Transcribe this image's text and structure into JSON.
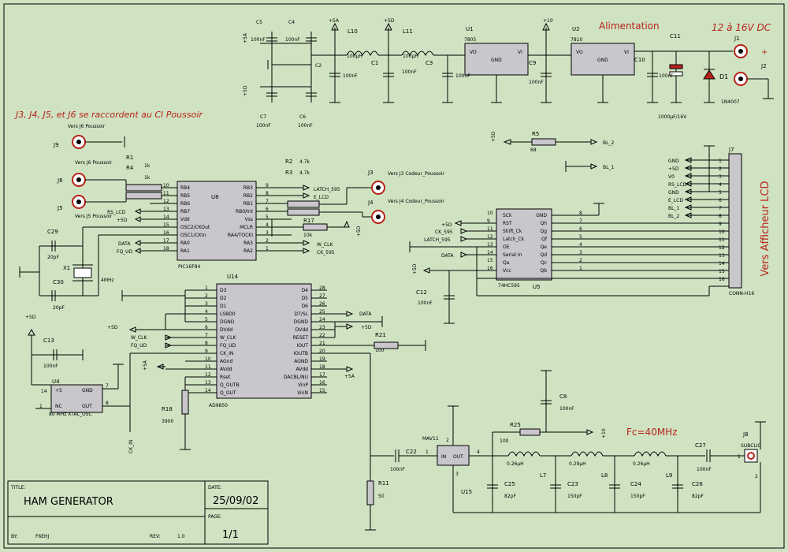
{
  "annotations": {
    "alimentation": "Alimentation",
    "supply": "12 à 16V DC",
    "plus_sign": "+",
    "note": "J3, J4, J5, et J6 se raccordent au CI Poussoir",
    "lcd": "Vers Afficheur LCD",
    "fc": "Fc=40MHz"
  },
  "title_block": {
    "title_label": "TITLE:",
    "title": "HAM GENERATOR",
    "date_label": "DATE:",
    "date": "25/09/02",
    "page_label": "PAGE:",
    "page": "1/1",
    "by_label": "BY:",
    "by": "F6EHJ",
    "rev_label": "REV:",
    "rev": "1.0"
  },
  "power": {
    "labels": [
      {
        "id": "C5",
        "text": "C5"
      },
      {
        "id": "C4",
        "text": "C4"
      },
      {
        "id": "C2",
        "text": "C2"
      },
      {
        "id": "C7",
        "text": "C7"
      },
      {
        "id": "C6",
        "text": "C6"
      },
      {
        "id": "C5v",
        "text": "100nF"
      },
      {
        "id": "C4v",
        "text": "100nF"
      },
      {
        "id": "C2v",
        "text": "100nF"
      },
      {
        "id": "C7v",
        "text": "100nF"
      },
      {
        "id": "C6v",
        "text": "100nF"
      },
      {
        "id": "L10",
        "text": "L10"
      },
      {
        "id": "L10v",
        "text": "100µH"
      },
      {
        "id": "L11",
        "text": "L11"
      },
      {
        "id": "L11v",
        "text": "100µH"
      },
      {
        "id": "C1",
        "text": "C1"
      },
      {
        "id": "C1v",
        "text": "100nF"
      },
      {
        "id": "C3",
        "text": "C3"
      },
      {
        "id": "C3v",
        "text": "100nF"
      },
      {
        "id": "C9",
        "text": "C9"
      },
      {
        "id": "C9v",
        "text": "100nF"
      },
      {
        "id": "C10",
        "text": "C10"
      },
      {
        "id": "C10v",
        "text": "100nF"
      },
      {
        "id": "C11",
        "text": "C11"
      },
      {
        "id": "C11v",
        "text": "1000µF/16V"
      },
      {
        "id": "D1",
        "text": "D1"
      },
      {
        "id": "D1v",
        "text": "1N4007"
      },
      {
        "id": "J1",
        "text": "J1"
      },
      {
        "id": "J2",
        "text": "J2"
      },
      {
        "id": "U1",
        "text": "U1"
      },
      {
        "id": "U1p",
        "text": "7805"
      },
      {
        "id": "U2",
        "text": "U2"
      },
      {
        "id": "U2p",
        "text": "7810"
      },
      {
        "id": "p5A",
        "text": "+5A"
      },
      {
        "id": "p5D",
        "text": "+5D"
      },
      {
        "id": "p10",
        "text": "+10"
      },
      {
        "id": "p5A2",
        "text": "+5A"
      },
      {
        "id": "p5D2",
        "text": "+5D"
      }
    ],
    "u1": {
      "vo": "VO",
      "gnd": "GND",
      "vi": "VI"
    },
    "u2": {
      "vo": "VO",
      "gnd": "GND",
      "vi": "VI"
    }
  },
  "u8": {
    "ref": "U8",
    "part": "PIC16F84",
    "left_pins": [
      {
        "num": "10",
        "name": "RB4"
      },
      {
        "num": "11",
        "name": "RB5"
      },
      {
        "num": "12",
        "name": "RB6"
      },
      {
        "num": "13",
        "name": "RB7"
      },
      {
        "num": "14",
        "name": "Vdd"
      },
      {
        "num": "15",
        "name": "OSC2/CKOut"
      },
      {
        "num": "16",
        "name": "OSC1/CKIn"
      },
      {
        "num": "17",
        "name": "RA0"
      },
      {
        "num": "18",
        "name": "RA1"
      }
    ],
    "right_pins": [
      {
        "num": "9",
        "name": "RB3"
      },
      {
        "num": "8",
        "name": "RB2"
      },
      {
        "num": "7",
        "name": "RB1"
      },
      {
        "num": "6",
        "name": "RB0/Int"
      },
      {
        "num": "5",
        "name": "Vss"
      },
      {
        "num": "4",
        "name": "MCLR"
      },
      {
        "num": "3",
        "name": "RA4/TOCKI"
      },
      {
        "num": "2",
        "name": "RA3"
      },
      {
        "num": "1",
        "name": "RA2"
      }
    ]
  },
  "u14": {
    "ref": "U14",
    "part": "AD9850",
    "left_pins": [
      {
        "num": "1",
        "name": "D3"
      },
      {
        "num": "2",
        "name": "D2"
      },
      {
        "num": "3",
        "name": "D1"
      },
      {
        "num": "4",
        "name": "LSBD0"
      },
      {
        "num": "5",
        "name": "DGND"
      },
      {
        "num": "6",
        "name": "DVdd"
      },
      {
        "num": "7",
        "name": "W_CLK"
      },
      {
        "num": "8",
        "name": "FQ_UD"
      },
      {
        "num": "9",
        "name": "CK_IN"
      },
      {
        "num": "10",
        "name": "AGnd"
      },
      {
        "num": "11",
        "name": "AVdd"
      },
      {
        "num": "12",
        "name": "Rset"
      },
      {
        "num": "13",
        "name": "Q_OUTB"
      },
      {
        "num": "14",
        "name": "Q_OUT"
      }
    ],
    "right_pins": [
      {
        "num": "28",
        "name": "D4"
      },
      {
        "num": "27",
        "name": "D5"
      },
      {
        "num": "26",
        "name": "D6"
      },
      {
        "num": "25",
        "name": "D7/SL"
      },
      {
        "num": "24",
        "name": "DGND"
      },
      {
        "num": "23",
        "name": "DVdd"
      },
      {
        "num": "22",
        "name": "RESET"
      },
      {
        "num": "21",
        "name": "IOUT"
      },
      {
        "num": "20",
        "name": "IOUTB"
      },
      {
        "num": "19",
        "name": "AGND"
      },
      {
        "num": "18",
        "name": "AVdd"
      },
      {
        "num": "17",
        "name": "DACBL/NU"
      },
      {
        "num": "16",
        "name": "VinP"
      },
      {
        "num": "15",
        "name": "VinN"
      }
    ]
  },
  "u5": {
    "ref": "U5",
    "part": "74HC595",
    "left_pins": [
      {
        "num": "10",
        "name": "SCk"
      },
      {
        "num": "9",
        "name": "RST"
      },
      {
        "num": "11",
        "name": "Shift_Ck"
      },
      {
        "num": "12",
        "name": "Latch_Ck"
      },
      {
        "num": "13",
        "name": "OE"
      },
      {
        "num": "14",
        "name": "Serial In"
      },
      {
        "num": "15",
        "name": "Qa"
      },
      {
        "num": "16",
        "name": "Vcc"
      }
    ],
    "right_pins": [
      {
        "num": "8",
        "name": "GND"
      },
      {
        "num": "7",
        "name": "Qh"
      },
      {
        "num": "6",
        "name": "Qg"
      },
      {
        "num": "5",
        "name": "Qf"
      },
      {
        "num": "4",
        "name": "Qe"
      },
      {
        "num": "3",
        "name": "Qd"
      },
      {
        "num": "2",
        "name": "Qc"
      },
      {
        "num": "1",
        "name": "Qb"
      }
    ]
  },
  "u4": {
    "ref": "U4",
    "part": "80 MHz XTAL_OSC",
    "pins": [
      {
        "num": "14",
        "name": "+5"
      },
      {
        "num": "7",
        "name": "GND"
      },
      {
        "num": "1",
        "name": "NC"
      },
      {
        "num": "8",
        "name": "OUT"
      }
    ]
  },
  "u15": {
    "ref": "U15",
    "part": "MAV11",
    "pin_in": "IN",
    "pin_out": "OUT",
    "n1": "1",
    "n2": "2",
    "n3": "3",
    "n4": "4"
  },
  "j7": {
    "ref": "J7",
    "part": "CONN-H16",
    "signals": [
      "GND",
      "+5D",
      "V0",
      "RS_LCD",
      "GND",
      "E_LCD",
      "BL_1",
      "BL_2"
    ],
    "pins": [
      "1",
      "2",
      "3",
      "4",
      "5",
      "6",
      "7",
      "8",
      "9",
      "10",
      "11",
      "12",
      "13",
      "14",
      "15",
      "16"
    ]
  },
  "nets": [
    {
      "id": "latch595",
      "text": "LATCH_595"
    },
    {
      "id": "elcd",
      "text": "E_LCD"
    },
    {
      "id": "rslcd",
      "text": "RS_LCD"
    },
    {
      "id": "p5d_u8",
      "text": "+5D"
    },
    {
      "id": "data_u8",
      "text": "DATA"
    },
    {
      "id": "fqud_u8",
      "text": "FQ_UD"
    },
    {
      "id": "wclk_u8",
      "text": "W_CLK"
    },
    {
      "id": "ck595_u8",
      "text": "CK_595"
    },
    {
      "id": "p5d_u5",
      "text": "+5D"
    },
    {
      "id": "ck595_u5",
      "text": "CK_595"
    },
    {
      "id": "latch595_u5",
      "text": "LATCH_595"
    },
    {
      "id": "data_u5",
      "text": "DATA"
    },
    {
      "id": "p5d_c12",
      "text": "+5D"
    },
    {
      "id": "bl2",
      "text": "BL_2"
    },
    {
      "id": "bl1",
      "text": "BL_1"
    },
    {
      "id": "p5d_r5",
      "text": "+5D"
    },
    {
      "id": "p5d_u14",
      "text": "+5D"
    },
    {
      "id": "wclk_u14",
      "text": "W_CLK"
    },
    {
      "id": "fqud_u14",
      "text": "FQ_UD"
    },
    {
      "id": "data_u14",
      "text": "DATA"
    },
    {
      "id": "p5d_u14r",
      "text": "+5D"
    },
    {
      "id": "p5a_u14",
      "text": "+5A"
    },
    {
      "id": "p5a_u14r",
      "text": "+5A"
    },
    {
      "id": "p5d_u4",
      "text": "+5D"
    },
    {
      "id": "ckin",
      "text": "CK_IN"
    },
    {
      "id": "p10_r25",
      "text": "+10"
    },
    {
      "id": "p5d_u8b",
      "text": "+5D"
    }
  ],
  "parts": [
    {
      "id": "J9",
      "text": "J9"
    },
    {
      "id": "J9n",
      "text": "Vers J6 Poussoir"
    },
    {
      "id": "J6",
      "text": "J6"
    },
    {
      "id": "J6n",
      "text": "Vers J6 Poussoir"
    },
    {
      "id": "J5",
      "text": "J5"
    },
    {
      "id": "J5n",
      "text": "Vers J5 Poussoir"
    },
    {
      "id": "J3",
      "text": "J3"
    },
    {
      "id": "J3n",
      "text": "Vers J3 Codeur_Poussoir"
    },
    {
      "id": "J4",
      "text": "J4"
    },
    {
      "id": "J4n",
      "text": "Vers J4 Codeur_Poussoir"
    },
    {
      "id": "R1",
      "text": "R1"
    },
    {
      "id": "R1v",
      "text": "1k"
    },
    {
      "id": "R4",
      "text": "R4"
    },
    {
      "id": "R4v",
      "text": "1k"
    },
    {
      "id": "R2",
      "text": "R2"
    },
    {
      "id": "R2v",
      "text": "4.7k"
    },
    {
      "id": "R3",
      "text": "R3"
    },
    {
      "id": "R3v",
      "text": "4.7k"
    },
    {
      "id": "R17",
      "text": "R17"
    },
    {
      "id": "R17v",
      "text": "10k"
    },
    {
      "id": "C29",
      "text": "C29"
    },
    {
      "id": "C29v",
      "text": "20pF"
    },
    {
      "id": "C30",
      "text": "C30"
    },
    {
      "id": "C30v",
      "text": "20pF"
    },
    {
      "id": "X1",
      "text": "X1"
    },
    {
      "id": "X1v",
      "text": "4MHz"
    },
    {
      "id": "R5",
      "text": "R5"
    },
    {
      "id": "R5v",
      "text": "68"
    },
    {
      "id": "C12",
      "text": "C12"
    },
    {
      "id": "C12v",
      "text": "100nF"
    },
    {
      "id": "C13",
      "text": "C13"
    },
    {
      "id": "C13v",
      "text": "100nF"
    },
    {
      "id": "R18",
      "text": "R18"
    },
    {
      "id": "R18v",
      "text": "3900"
    },
    {
      "id": "R21",
      "text": "R21"
    },
    {
      "id": "R21v",
      "text": "100"
    },
    {
      "id": "R11",
      "text": "R11"
    },
    {
      "id": "R11v",
      "text": "50"
    },
    {
      "id": "C22",
      "text": "C22"
    },
    {
      "id": "C22v",
      "text": "100nF"
    },
    {
      "id": "C8",
      "text": "C8"
    },
    {
      "id": "C8v",
      "text": "100nF"
    },
    {
      "id": "R25",
      "text": "R25"
    },
    {
      "id": "R25v",
      "text": "100"
    },
    {
      "id": "L6v",
      "text": "0.26µH"
    },
    {
      "id": "L7",
      "text": "L7"
    },
    {
      "id": "L7v",
      "text": "0.29µH"
    },
    {
      "id": "L8",
      "text": "L8"
    },
    {
      "id": "L8v",
      "text": "0.26µH"
    },
    {
      "id": "L9",
      "text": "L9"
    },
    {
      "id": "C25",
      "text": "C25"
    },
    {
      "id": "C25v",
      "text": "82pF"
    },
    {
      "id": "C23",
      "text": "C23"
    },
    {
      "id": "C23v",
      "text": "150pF"
    },
    {
      "id": "C24",
      "text": "C24"
    },
    {
      "id": "C24v",
      "text": "150pF"
    },
    {
      "id": "C26",
      "text": "C26"
    },
    {
      "id": "C26v",
      "text": "82pF"
    },
    {
      "id": "C27",
      "text": "C27"
    },
    {
      "id": "C27v",
      "text": "100nF"
    },
    {
      "id": "J8",
      "text": "J8"
    },
    {
      "id": "J8n",
      "text": "SUBCLIC"
    },
    {
      "id": "J8p1",
      "text": "1"
    },
    {
      "id": "J8p2",
      "text": "2"
    }
  ]
}
